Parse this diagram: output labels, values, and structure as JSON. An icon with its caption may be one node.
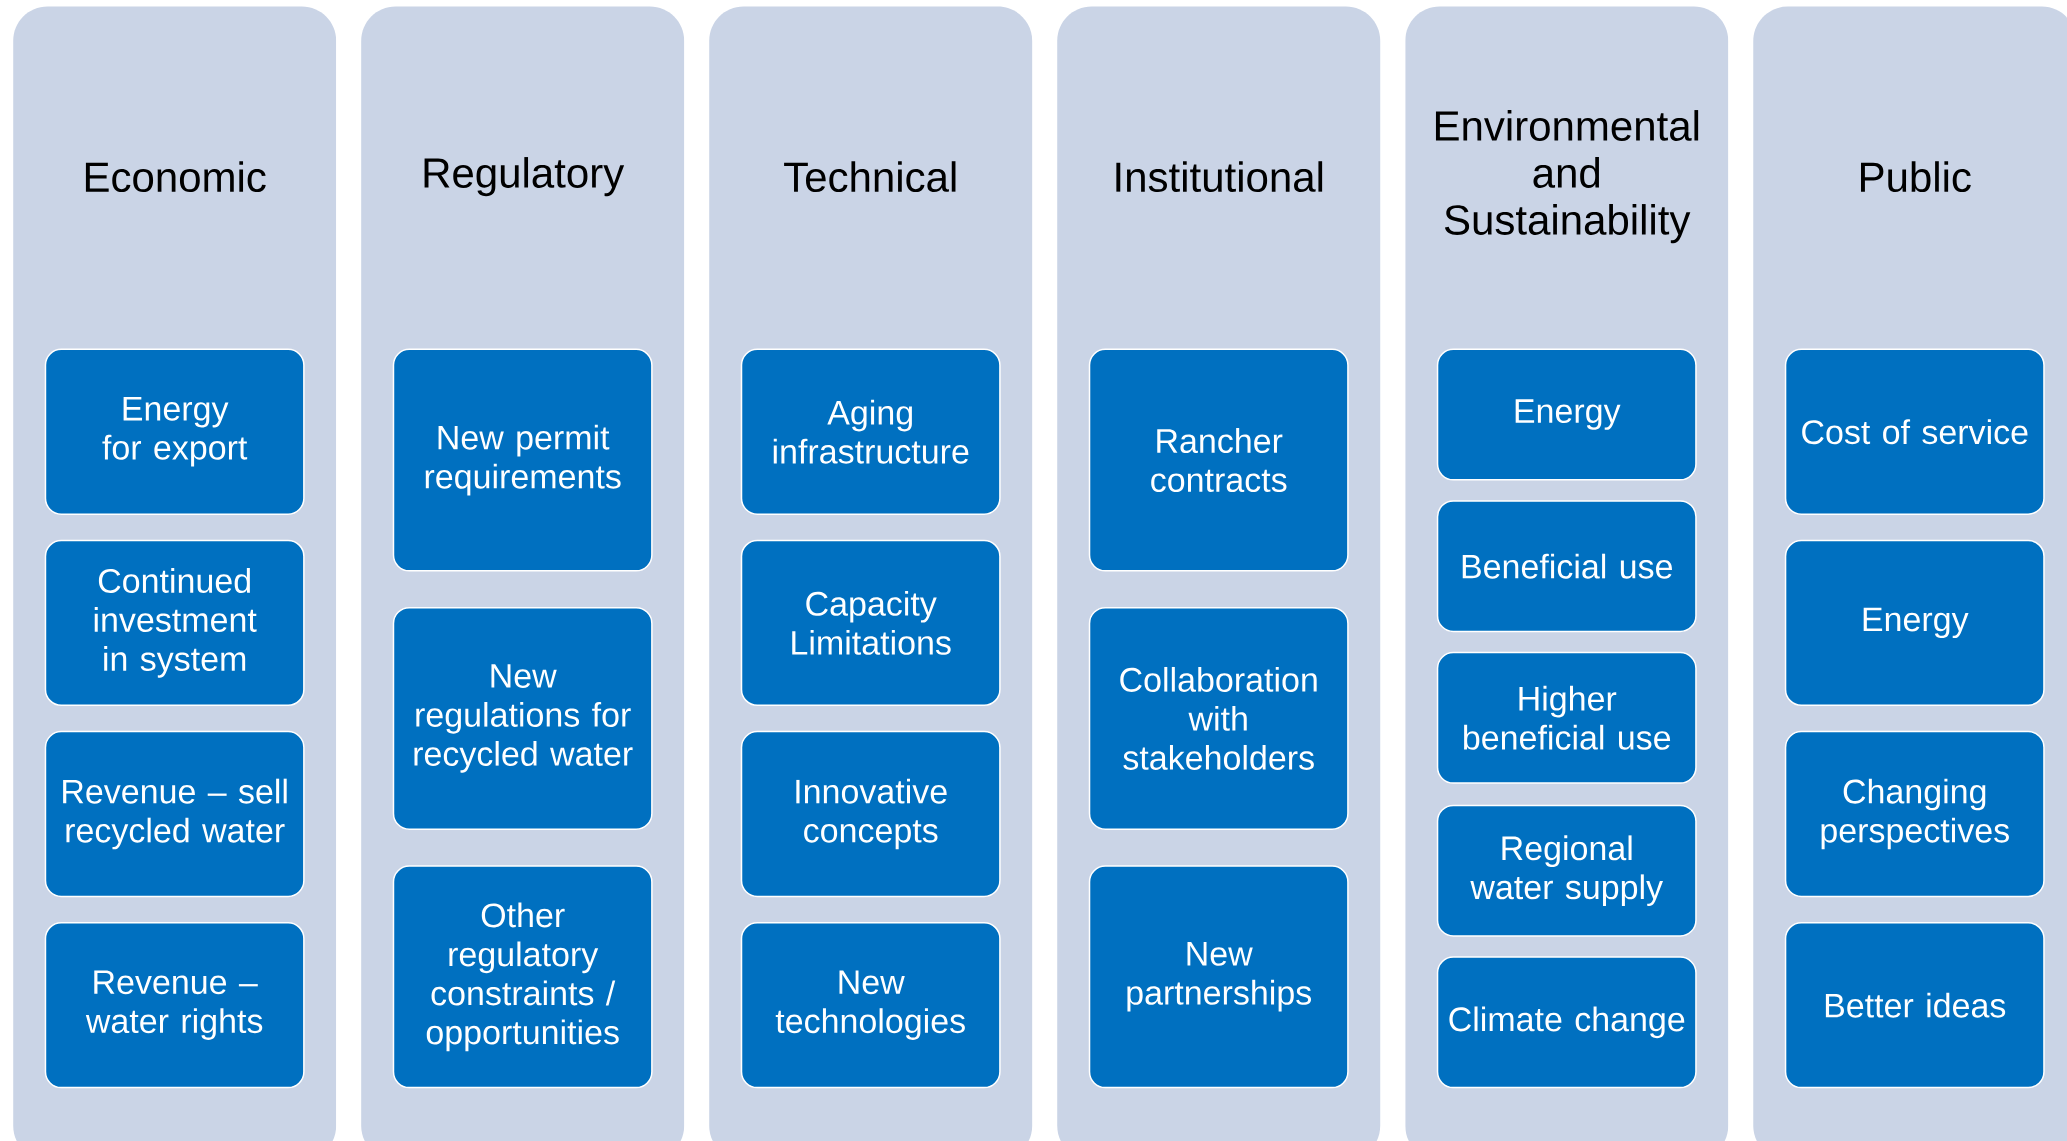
{
  "diagram": {
    "nodes": [
      {
        "text": [
          "Economic"
        ]
      },
      {
        "text": [
          "Energy for export"
        ],
        "in": 0
      },
      {
        "text": [
          "Continued investment in system"
        ],
        "in": 0
      },
      {
        "text": [
          "Revenue – sell recycled water"
        ],
        "in": 0
      },
      {
        "text": [
          "Revenue – water rights"
        ],
        "in": 0
      },
      {
        "text": [
          "Regulatory"
        ]
      },
      {
        "text": [
          "New permit requirements"
        ],
        "in": 5
      },
      {
        "text": [
          "New regulations for recycled water"
        ],
        "in": 5
      },
      {
        "text": [
          "Other regulatory constraints / opportunities"
        ],
        "in": 5
      },
      {
        "text": [
          "Technical"
        ]
      },
      {
        "text": [
          "Aging infrastructure"
        ],
        "in": 9
      },
      {
        "text": [
          "Capacity Limitations"
        ],
        "in": 9
      },
      {
        "text": [
          "Innovative concepts"
        ],
        "in": 9
      },
      {
        "text": [
          "New technologies"
        ],
        "in": 9
      },
      {
        "text": [
          "Institutional"
        ]
      },
      {
        "text": [
          "Rancher contracts"
        ],
        "in": 14
      },
      {
        "text": [
          "Collaboration with stakeholders"
        ],
        "in": 14
      },
      {
        "text": [
          "New partnerships"
        ],
        "in": 14
      },
      {
        "text": [
          "Environmental and Sustainability"
        ]
      },
      {
        "text": [
          "Energy"
        ],
        "in": 18
      },
      {
        "text": [
          "Beneficial use"
        ],
        "in": 18
      },
      {
        "text": [
          "Higher beneficial use"
        ],
        "in": 18
      },
      {
        "text": [
          "Regional water supply"
        ],
        "in": 18
      },
      {
        "text": [
          "Climate change"
        ],
        "in": 18
      },
      {
        "text": [
          "Public"
        ]
      },
      {
        "text": [
          "Cost of service"
        ],
        "in": 24
      },
      {
        "text": [
          "Energy"
        ],
        "in": 24
      },
      {
        "text": [
          "Changing perspectives"
        ],
        "in": 24
      },
      {
        "text": [
          "Better ideas"
        ],
        "in": 24
      }
    ],
    "edges": []
  }
}
